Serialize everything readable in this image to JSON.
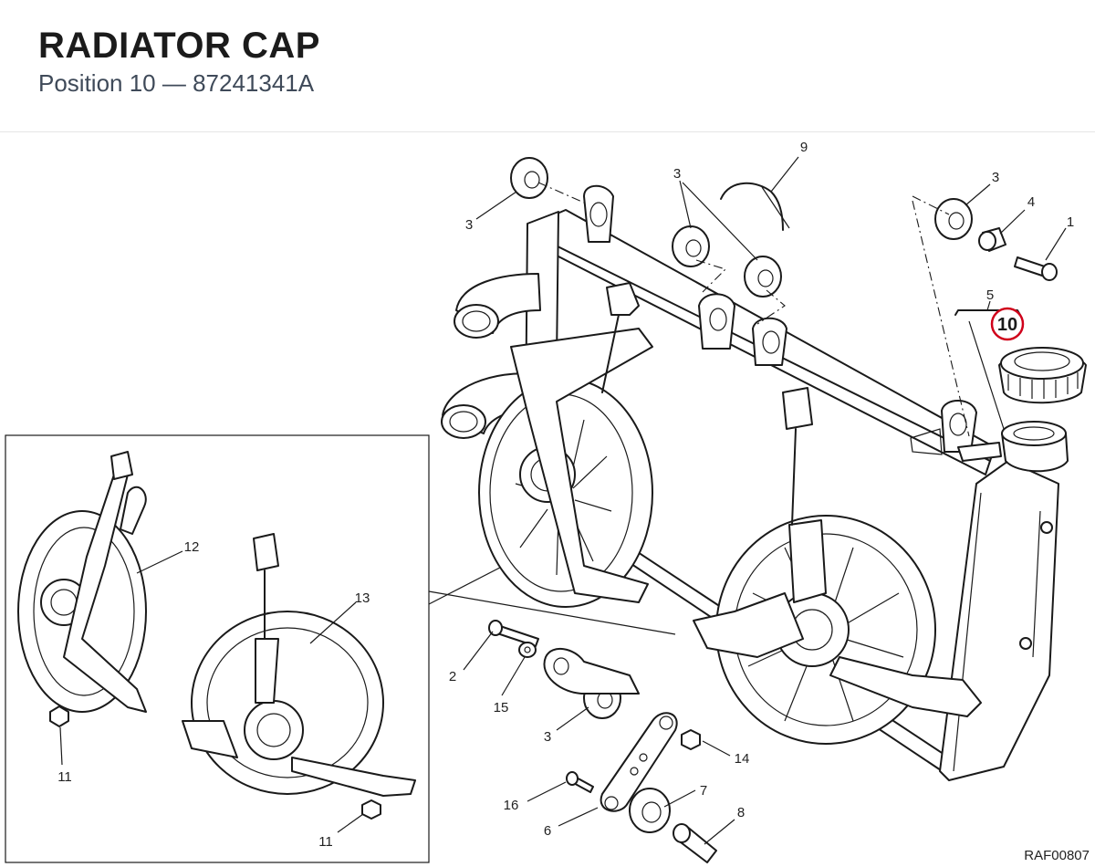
{
  "header": {
    "title": "RADIATOR CAP",
    "subtitle": "Position 10 — 87241341A"
  },
  "highlight": {
    "label": "10",
    "color": "#d0021b"
  },
  "callouts": [
    {
      "id": "c9",
      "label": "9"
    },
    {
      "id": "c3a",
      "label": "3"
    },
    {
      "id": "c3b",
      "label": "3"
    },
    {
      "id": "c3c",
      "label": "3"
    },
    {
      "id": "c4",
      "label": "4"
    },
    {
      "id": "c1",
      "label": "1"
    },
    {
      "id": "c5",
      "label": "5"
    },
    {
      "id": "c12",
      "label": "12"
    },
    {
      "id": "c13",
      "label": "13"
    },
    {
      "id": "c11a",
      "label": "11"
    },
    {
      "id": "c11b",
      "label": "11"
    },
    {
      "id": "c2",
      "label": "2"
    },
    {
      "id": "c15",
      "label": "15"
    },
    {
      "id": "c3d",
      "label": "3"
    },
    {
      "id": "c14",
      "label": "14"
    },
    {
      "id": "c7",
      "label": "7"
    },
    {
      "id": "c16",
      "label": "16"
    },
    {
      "id": "c6",
      "label": "6"
    },
    {
      "id": "c8",
      "label": "8"
    }
  ],
  "drawing_code": "RAF00807"
}
